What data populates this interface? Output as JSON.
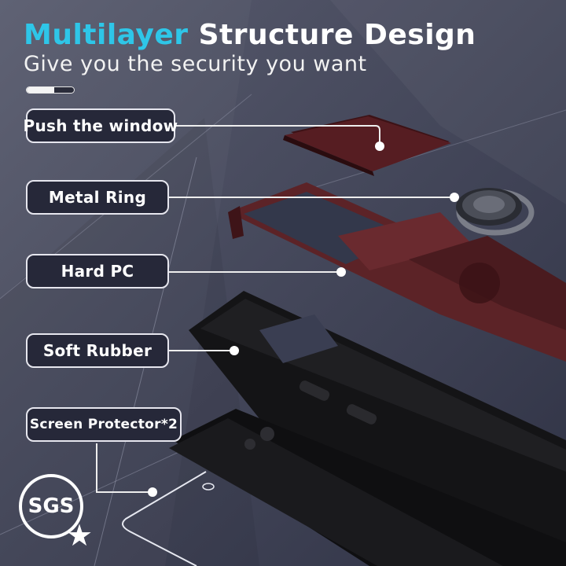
{
  "header": {
    "title_accent": "Multilayer",
    "title_rest": "Structure Design",
    "subtitle": "Give you the security you want",
    "progress_percent": 58
  },
  "layers": [
    {
      "label": "Push the window"
    },
    {
      "label": "Metal Ring"
    },
    {
      "label": "Hard PC"
    },
    {
      "label": "Soft Rubber"
    },
    {
      "label": "Screen Protector*2"
    }
  ],
  "badge": {
    "text": "SGS",
    "icon": "star-icon"
  },
  "colors": {
    "accent": "#2ec6e8",
    "background": "#4a4d60",
    "label_bg": "#262839",
    "case_wine": "#5a2226",
    "rubber_black": "#141416"
  }
}
